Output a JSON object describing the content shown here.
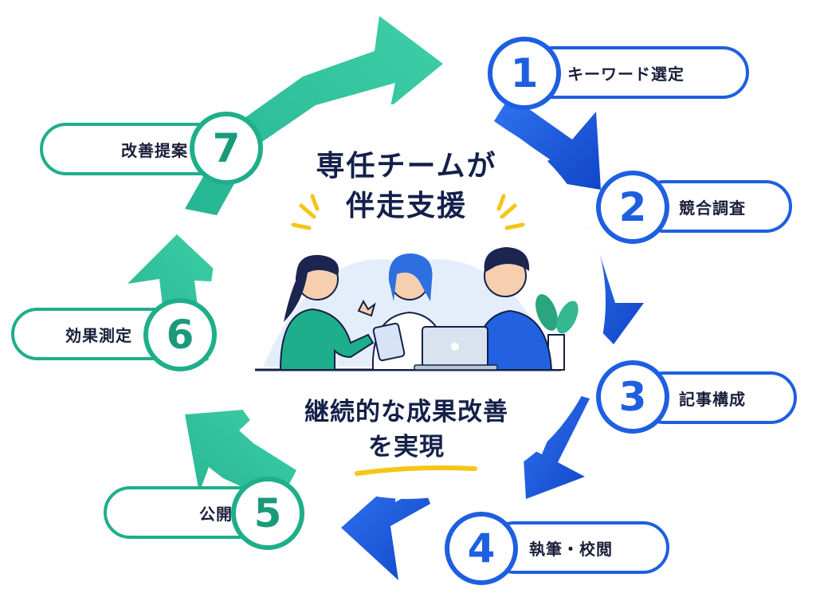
{
  "center": {
    "heading_line1": "専任チームが",
    "heading_line2": "伴走支援",
    "tagline_line1": "継続的な成果改善",
    "tagline_line2": "を実現"
  },
  "steps": [
    {
      "number": "1",
      "label": "キーワード選定",
      "color": "blue"
    },
    {
      "number": "2",
      "label": "競合調査",
      "color": "blue"
    },
    {
      "number": "3",
      "label": "記事構成",
      "color": "blue"
    },
    {
      "number": "4",
      "label": "執筆・校閲",
      "color": "blue"
    },
    {
      "number": "5",
      "label": "公開",
      "color": "green"
    },
    {
      "number": "6",
      "label": "効果測定",
      "color": "green"
    },
    {
      "number": "7",
      "label": "改善提案",
      "color": "green"
    }
  ],
  "icons": [
    "team-illustration",
    "sparkle-icon",
    "plant-icon",
    "laptop-icon",
    "tablet-icon"
  ],
  "colors": {
    "blue": "#1d5fe0",
    "green": "#1fae8b",
    "text": "#14204a",
    "underline": "#f5c518"
  }
}
